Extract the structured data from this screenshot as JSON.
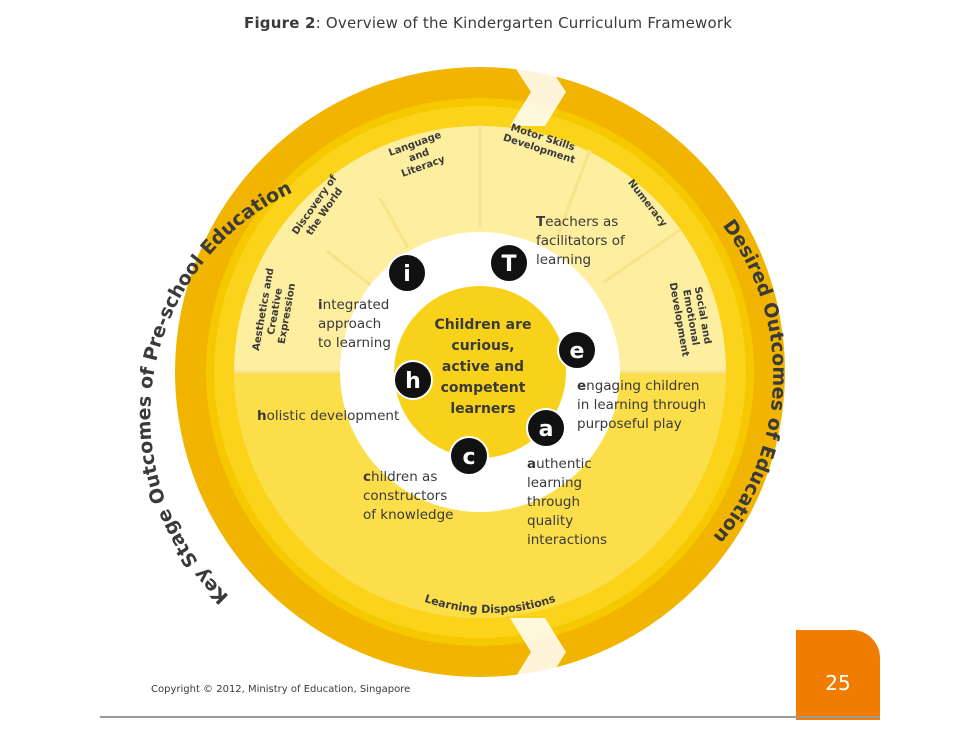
{
  "figure": {
    "label": "Figure 2",
    "caption": ": Overview of the Kindergarten Curriculum Framework"
  },
  "outer_ring": {
    "left_label": "Key Stage Outcomes of Pre-school Education",
    "right_label": "Desired Outcomes of Education"
  },
  "learning_areas": [
    {
      "line1": "Aesthetics and",
      "line2": "Creative",
      "line3": "Expression"
    },
    {
      "line1": "Discovery of",
      "line2": "the World",
      "line3": ""
    },
    {
      "line1": "Language",
      "line2": "and",
      "line3": "Literacy"
    },
    {
      "line1": "Motor Skills",
      "line2": "Development",
      "line3": ""
    },
    {
      "line1": "Numeracy",
      "line2": "",
      "line3": ""
    },
    {
      "line1": "Social and",
      "line2": "Emotional",
      "line3": "Development"
    }
  ],
  "dispositions_label": "Learning Dispositions",
  "center": {
    "line1": "Children are",
    "line2": "curious,",
    "line3": "active and",
    "line4": "competent",
    "line5": "learners"
  },
  "principles": [
    {
      "letter": "i",
      "line1_first": "i",
      "line1_rest": "ntegrated",
      "line2": "approach",
      "line3": "to learning",
      "line4": ""
    },
    {
      "letter": "T",
      "line1_first": "T",
      "line1_rest": "eachers as",
      "line2": "facilitators of",
      "line3": "learning",
      "line4": ""
    },
    {
      "letter": "e",
      "line1_first": "e",
      "line1_rest": "ngaging children",
      "line2": "in learning through",
      "line3": "purposeful play",
      "line4": ""
    },
    {
      "letter": "a",
      "line1_first": "a",
      "line1_rest": "uthentic",
      "line2": "learning",
      "line3": "through",
      "line4": "quality"
    },
    {
      "letter": "c",
      "line1_first": "c",
      "line1_rest": "hildren as",
      "line2": "constructors",
      "line3": "of knowledge",
      "line4": ""
    },
    {
      "letter": "h",
      "line1_first": "h",
      "line1_rest": "olistic development",
      "line2": "",
      "line3": "",
      "line4": ""
    }
  ],
  "principle_a_line5": "interactions",
  "copyright": "Copyright © 2012, Ministry of Education, Singapore",
  "page_number": "25",
  "colors": {
    "outer": "#f1b400",
    "ring": "#f6c800",
    "inner": "#fbe066",
    "pale": "#fdf1b0",
    "center": "#f8d21a",
    "text": "#3a3a3a"
  }
}
